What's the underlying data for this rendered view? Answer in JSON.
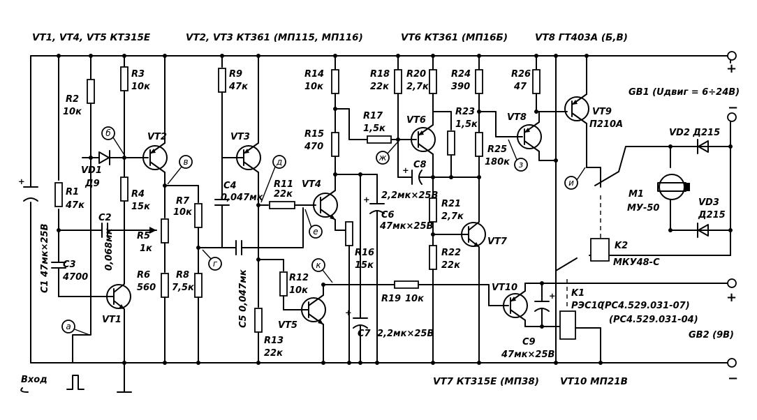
{
  "headers": {
    "vt1_vt4_vt5": "VT1, VT4, VT5  КТ315Е",
    "vt2_vt3": "VT2, VT3  КТ361 (МП115, МП116)",
    "vt6": "VT6 КТ361 (МП16Б)",
    "vt8": "VT8  ГТ403А (Б,В)",
    "vt7": "VT7  КТ315Е (МП38)",
    "vt10": "VT10  МП21В"
  },
  "transistors": {
    "vt1": "VT1",
    "vt2": "VT2",
    "vt3": "VT3",
    "vt4": "VT4",
    "vt5": "VT5",
    "vt6": "VT6",
    "vt7": "VT7",
    "vt8": "VT8",
    "vt9": "VT9",
    "vt9_type": "П210А",
    "vt10": "VT10"
  },
  "resistors": {
    "r1": "R1",
    "r1_val": "47к",
    "r2": "R2",
    "r2_val": "10к",
    "r3": "R3",
    "r3_val": "10к",
    "r4": "R4",
    "r4_val": "15к",
    "r5": "R5",
    "r5_val": "1к",
    "r6": "R6",
    "r6_val": "560",
    "r7": "R7",
    "r7_val": "10к",
    "r8": "R8",
    "r8_val": "7,5к",
    "r9": "R9",
    "r9_val": "47к",
    "r11": "R11",
    "r11_val": "22к",
    "r12": "R12",
    "r12_val": "10к",
    "r13": "R13",
    "r13_val": "22к",
    "r14": "R14",
    "r14_val": "10к",
    "r15": "R15",
    "r15_val": "470",
    "r16": "R16",
    "r16_val": "15к",
    "r17": "R17",
    "r17_val": "1,5к",
    "r18": "R18",
    "r18_val": "22к",
    "r19": "R19",
    "r19_val": "10к",
    "r20": "R20",
    "r20_val": "2,7к",
    "r21": "R21",
    "r21_val": "2,7к",
    "r22": "R22",
    "r22_val": "22к",
    "r23": "R23",
    "r23_val": "1,5к",
    "r24": "R24",
    "r24_val": "390",
    "r25": "R25",
    "r25_val": "180к",
    "r26": "R26",
    "r26_val": "47"
  },
  "capacitors": {
    "c1": "C1  47мк×25В",
    "c2": "C2",
    "c2_val": "0,068мк",
    "c3": "C3",
    "c3_val": "4700",
    "c4": "C4",
    "c4_val": "0,047мк",
    "c5": "C5  0,047мк",
    "c6": "C6",
    "c6_val": "47мк×25В",
    "c7": "C7",
    "c7_val": "2,2мк×25В",
    "c8": "C8",
    "c8_val": "2,2мк×25В",
    "c9": "C9",
    "c9_val": "47мк×25В"
  },
  "diodes": {
    "vd1": "VD1",
    "vd1_type": "Д9",
    "vd2": "VD2  Д215",
    "vd3": "VD3",
    "vd3_type": "Д215"
  },
  "motor": {
    "ref": "M1",
    "type": "МУ-50"
  },
  "relays": {
    "k1": "K1",
    "k1_type": "РЭС10",
    "k1_pass1": "(РС4.529.031-07)",
    "k1_pass2": "(РС4.529.031-04)",
    "k2": "K2",
    "k2_type": "МКУ48-С"
  },
  "batteries": {
    "gb1": "GB1 (Uдвиг = 6÷24В)",
    "gb2": "GB2 (9В)"
  },
  "test_points": [
    "а",
    "б",
    "в",
    "г",
    "д",
    "е",
    "ж",
    "з",
    "и",
    "к"
  ],
  "input": {
    "label": "Вход"
  },
  "signs": {
    "plus": "+",
    "minus": "−"
  }
}
